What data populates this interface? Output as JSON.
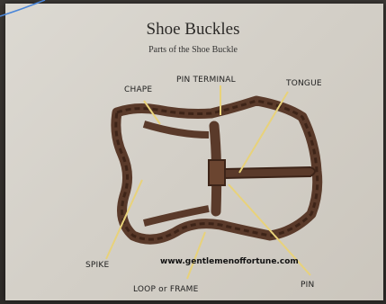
{
  "document": {
    "title": "Shoe Buckles",
    "subtitle": "Parts of the Shoe Buckle",
    "website": "www.gentlemenoffortune.com"
  },
  "labels": {
    "chape": "CHAPE",
    "pin_terminal": "PIN TERMINAL",
    "tongue": "TONGUE",
    "spike": "SPIKE",
    "loop_or_frame": "LOOP or FRAME",
    "pin": "PIN"
  },
  "colors": {
    "rust": "#5a3a2a",
    "rust_dark": "#3d2418",
    "pointer_line": "#e8d27a",
    "paper": "#d6d2ca"
  }
}
